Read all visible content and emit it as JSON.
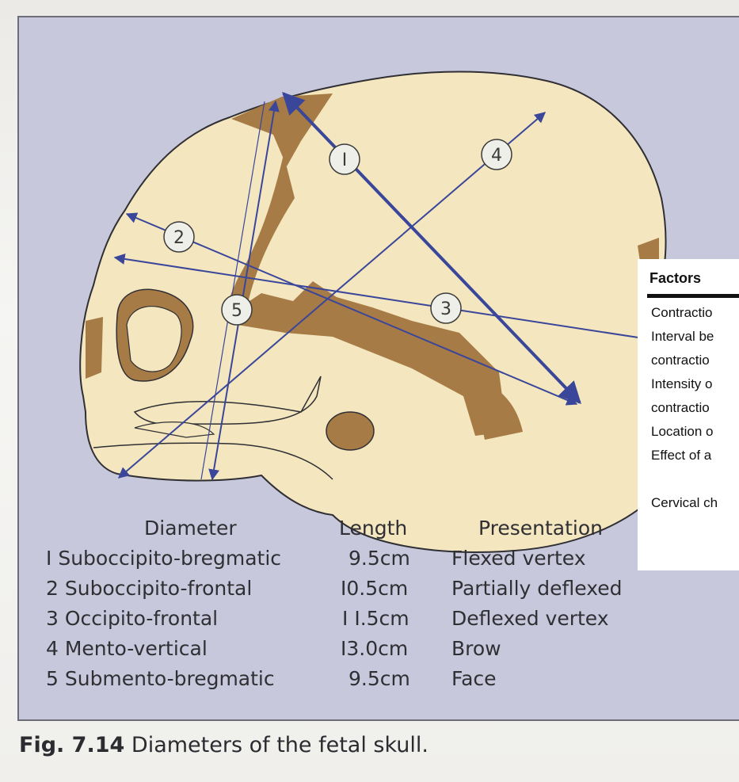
{
  "figure": {
    "markers": [
      "I",
      "2",
      "3",
      "4",
      "5"
    ],
    "colors": {
      "panel": "#c8c8dc",
      "bone": "#f4e6bf",
      "suture": "#a67b45",
      "arrow": "#3a469a"
    }
  },
  "legend": {
    "headers": {
      "diameter": "Diameter",
      "length": "Length",
      "presentation": "Presentation"
    },
    "rows": [
      {
        "diameter": "I Suboccipito-bregmatic",
        "length": "9.5cm",
        "presentation": "Flexed vertex"
      },
      {
        "diameter": "2 Suboccipito-frontal",
        "length": "I0.5cm",
        "presentation": "Partially deflexed"
      },
      {
        "diameter": "3 Occipito-frontal",
        "length": "I I.5cm",
        "presentation": "Deflexed vertex"
      },
      {
        "diameter": "4 Mento-vertical",
        "length": "I3.0cm",
        "presentation": "Brow"
      },
      {
        "diameter": "5 Submento-bregmatic",
        "length": "9.5cm",
        "presentation": "Face"
      }
    ]
  },
  "factors_table": {
    "header": "Factors",
    "rows": [
      "Contractio",
      "Interval be",
      "contractio",
      "Intensity o",
      "contractio",
      "Location o",
      "Effect of a",
      "",
      "Cervical ch"
    ]
  },
  "caption": {
    "label": "Fig. 7.14",
    "text": "Diameters of the fetal skull."
  }
}
